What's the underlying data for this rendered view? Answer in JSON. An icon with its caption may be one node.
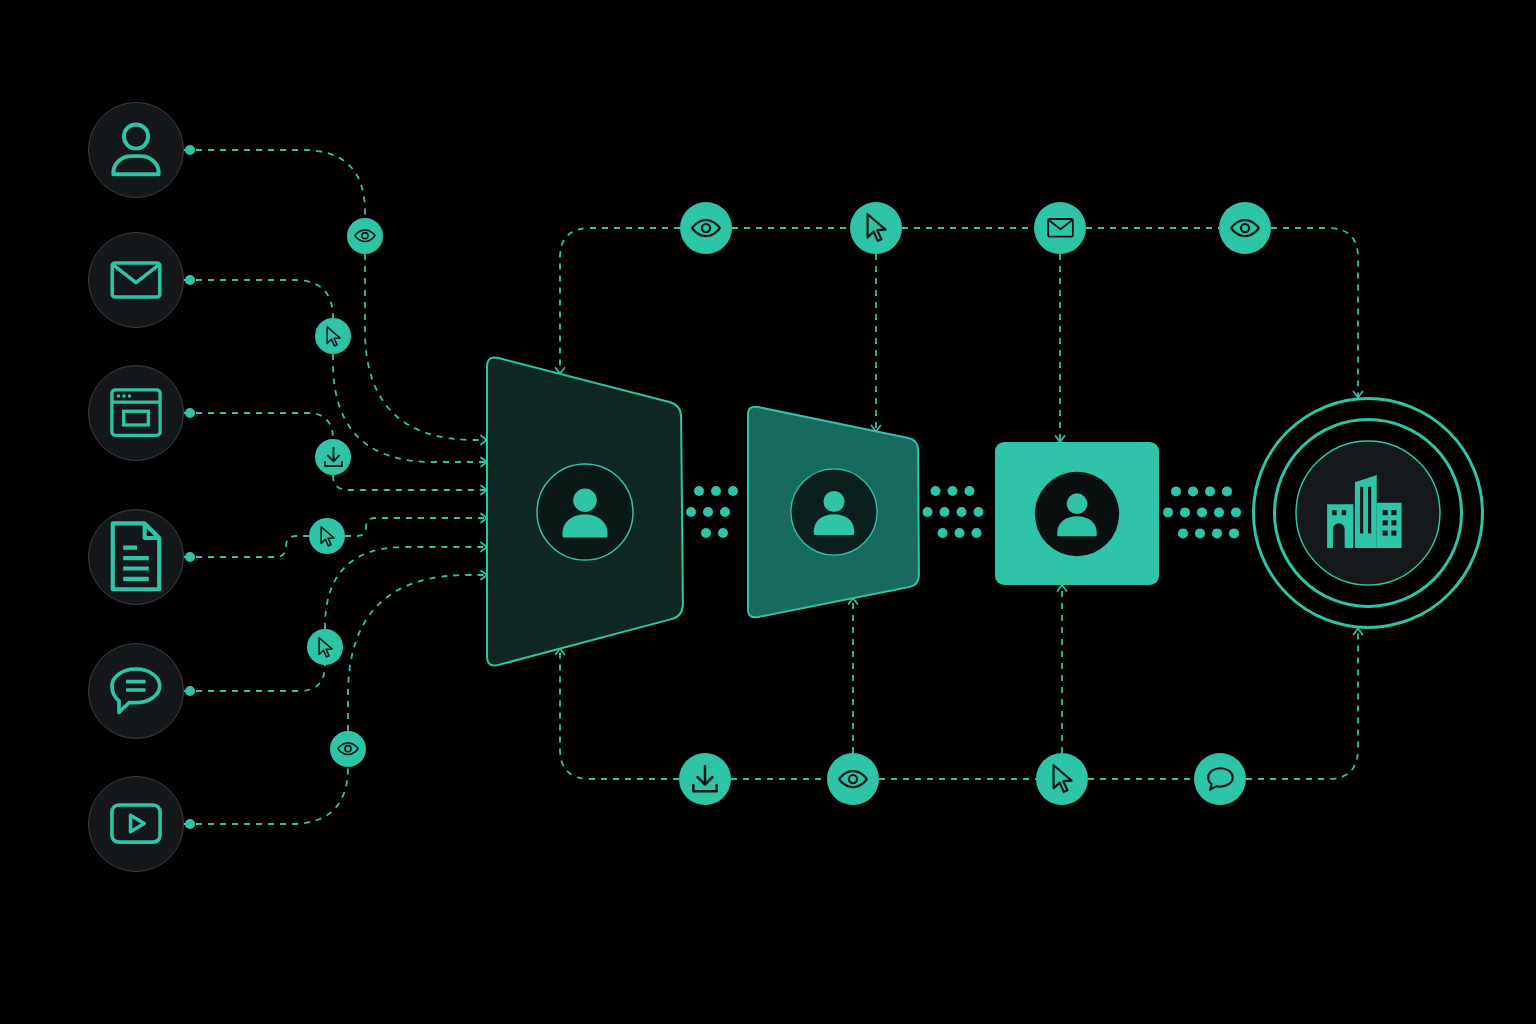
{
  "diagram": {
    "nodes": [
      {
        "text": [],
        "shape": "circle"
      },
      {
        "text": [],
        "shape": "circle"
      },
      {
        "text": [],
        "shape": "circle"
      },
      {
        "text": [],
        "shape": "circle"
      },
      {
        "text": [],
        "shape": "circle"
      },
      {
        "text": [],
        "shape": "circle"
      },
      {
        "text": [],
        "shape": "circle"
      },
      {
        "text": [],
        "shape": "circle"
      },
      {
        "text": [],
        "shape": "circle"
      },
      {
        "text": [],
        "shape": "circle"
      },
      {
        "text": [],
        "shape": "circle"
      },
      {
        "text": [],
        "shape": "circle"
      },
      {
        "text": [],
        "shape": "circle"
      },
      {
        "text": [],
        "shape": "circle"
      },
      {
        "text": [],
        "shape": "circle"
      },
      {
        "text": [],
        "shape": "circle"
      },
      {
        "text": [],
        "shape": "trapezoid"
      },
      {
        "text": [],
        "shape": "trapezoid"
      },
      {
        "text": [],
        "shape": "box"
      },
      {
        "text": [],
        "shape": "circle"
      },
      {
        "text": [],
        "shape": "circle"
      },
      {
        "text": [],
        "shape": "circle"
      },
      {
        "text": [],
        "shape": "circle"
      },
      {
        "text": [],
        "shape": "circle"
      }
    ],
    "edges": [
      {
        "from": 0,
        "to": 6,
        "arrow": "other",
        "style": "dashed"
      },
      {
        "from": 6,
        "to": 16,
        "arrow": "to",
        "style": "dashed"
      },
      {
        "from": 1,
        "to": 7,
        "arrow": "other",
        "style": "dashed"
      },
      {
        "from": 7,
        "to": 16,
        "arrow": "to",
        "style": "dashed"
      },
      {
        "from": 2,
        "to": 8,
        "arrow": "other",
        "style": "dashed"
      },
      {
        "from": 8,
        "to": 16,
        "arrow": "to",
        "style": "dashed"
      },
      {
        "from": 3,
        "to": 9,
        "arrow": "other",
        "style": "dashed"
      },
      {
        "from": 9,
        "to": 16,
        "arrow": "to",
        "style": "dashed"
      },
      {
        "from": 4,
        "to": 10,
        "arrow": "other",
        "style": "dashed"
      },
      {
        "from": 10,
        "to": 16,
        "arrow": "to",
        "style": "dashed"
      },
      {
        "from": 5,
        "to": 11,
        "arrow": "other",
        "style": "dashed"
      },
      {
        "from": 11,
        "to": 16,
        "arrow": "to",
        "style": "dashed"
      },
      {
        "from": 12,
        "to": 16,
        "arrow": "to",
        "style": "dashed"
      },
      {
        "from": 12,
        "to": 13,
        "arrow": "none",
        "style": "dashed"
      },
      {
        "from": 13,
        "to": 14,
        "arrow": "none",
        "style": "dashed"
      },
      {
        "from": 14,
        "to": 15,
        "arrow": "none",
        "style": "dashed"
      },
      {
        "from": 15,
        "to": 19,
        "arrow": "to",
        "style": "dashed"
      },
      {
        "from": 13,
        "to": 17,
        "arrow": "to",
        "style": "dashed"
      },
      {
        "from": 14,
        "to": 18,
        "arrow": "to",
        "style": "dashed"
      },
      {
        "from": 20,
        "to": 16,
        "arrow": "to",
        "style": "dashed"
      },
      {
        "from": 20,
        "to": 21,
        "arrow": "none",
        "style": "dashed"
      },
      {
        "from": 21,
        "to": 22,
        "arrow": "none",
        "style": "dashed"
      },
      {
        "from": 22,
        "to": 23,
        "arrow": "none",
        "style": "dashed"
      },
      {
        "from": 23,
        "to": 19,
        "arrow": "to",
        "style": "dashed"
      },
      {
        "from": 21,
        "to": 17,
        "arrow": "to",
        "style": "dashed"
      },
      {
        "from": 22,
        "to": 18,
        "arrow": "to",
        "style": "dashed"
      },
      {
        "from": 16,
        "to": 17,
        "arrow": "none",
        "style": "dashed"
      },
      {
        "from": 17,
        "to": 18,
        "arrow": "none",
        "style": "dashed"
      },
      {
        "from": 18,
        "to": 19,
        "arrow": "none",
        "style": "dashed"
      }
    ]
  }
}
